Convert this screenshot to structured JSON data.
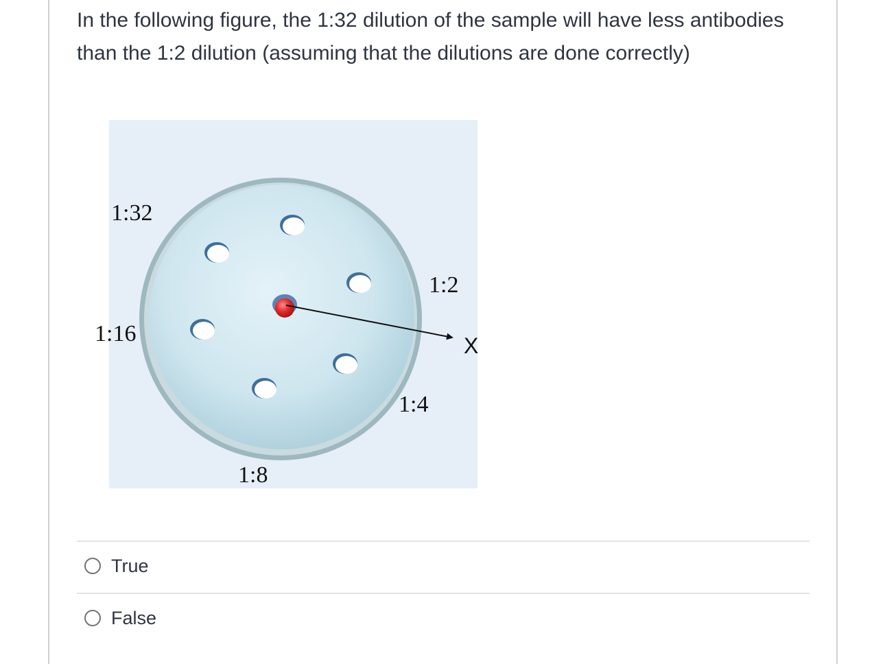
{
  "question": {
    "text": "In the following figure, the 1:32 dilution of the sample will have less antibodies than the 1:2 dilution (assuming that the dilutions are done correctly)"
  },
  "figure": {
    "labels": {
      "d32": "1:32",
      "d16": "1:16",
      "d8": "1:8",
      "d4": "1:4",
      "d2": "1:2",
      "x": "X"
    },
    "colors": {
      "background": "#e6eef8",
      "plate": "#cfe6ef",
      "rim": "#7fa3ab",
      "center_well": "#e03030"
    }
  },
  "options": [
    {
      "label": "True",
      "selected": false
    },
    {
      "label": "False",
      "selected": false
    }
  ]
}
